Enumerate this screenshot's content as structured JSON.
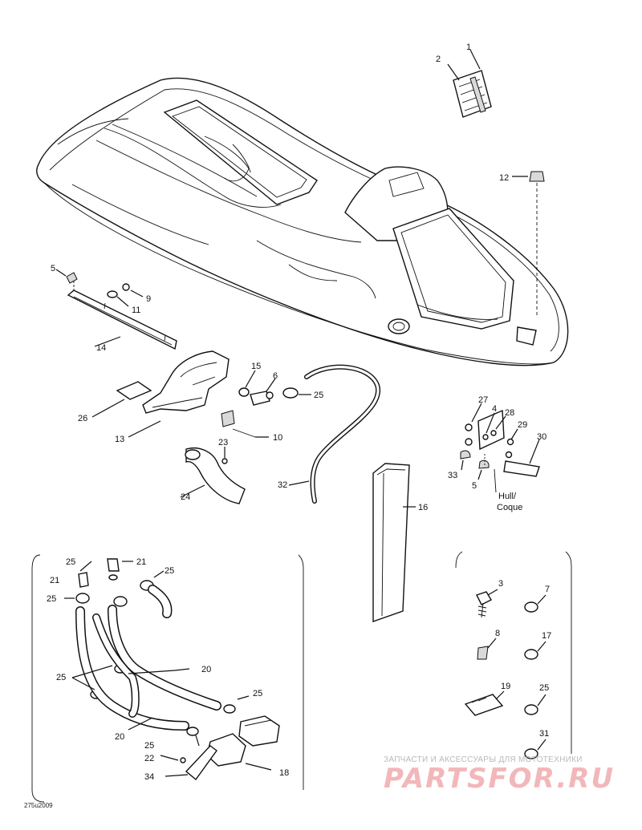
{
  "diagram": {
    "callouts": {
      "c1": "1",
      "c2": "2",
      "c12": "12",
      "c5a": "5",
      "c9": "9",
      "c11": "11",
      "c14": "14",
      "c15": "15",
      "c6": "6",
      "c25a": "25",
      "c26": "26",
      "c13": "13",
      "c10": "10",
      "c23": "23",
      "c24": "24",
      "c32": "32",
      "c16": "16",
      "c27": "27",
      "c4": "4",
      "c28": "28",
      "c29": "29",
      "c30": "30",
      "c33": "33",
      "c5b": "5",
      "c25b": "25",
      "c21a": "21",
      "c25c": "25",
      "c21b": "21",
      "c25d": "25",
      "c20a": "20",
      "c25e": "25",
      "c25f": "25",
      "c20b": "20",
      "c25g": "25",
      "c22": "22",
      "c34": "34",
      "c18": "18",
      "c3": "3",
      "c7": "7",
      "c8": "8",
      "c17": "17",
      "c19": "19",
      "c25h": "25",
      "c31": "31"
    },
    "hull_note_line1": "Hull/",
    "hull_note_line2": "Coque",
    "drawing_code": "275u2009"
  },
  "watermark": {
    "tagline": "ЗАПЧАСТИ И АКСЕССУАРЫ ДЛЯ МОТОТЕХНИКИ",
    "brand": "PARTSFOR.RU"
  }
}
